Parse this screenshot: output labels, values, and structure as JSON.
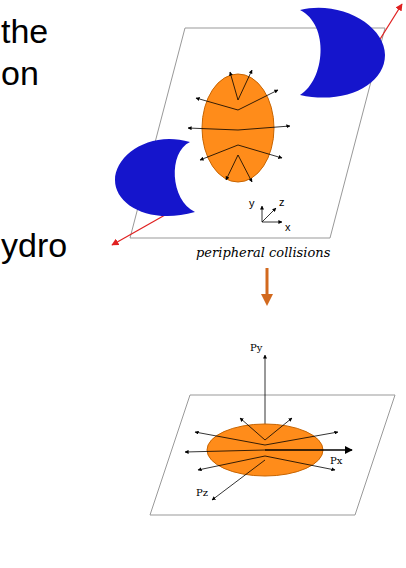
{
  "diagram": {
    "labels": [
      "the",
      "on",
      "ydro",
      "y",
      "z",
      "x",
      "peripheral collisions",
      "Py",
      "Px",
      "Pz"
    ]
  }
}
